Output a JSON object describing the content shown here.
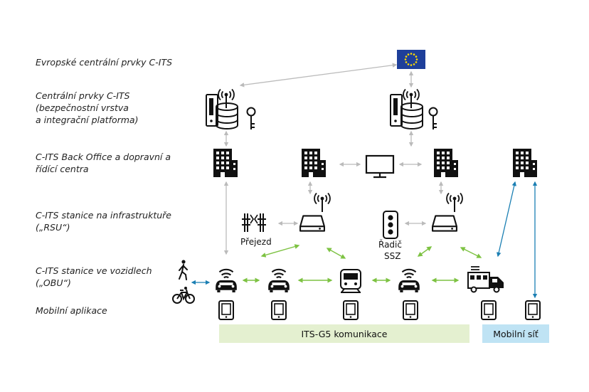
{
  "rows": [
    {
      "id": "eu-central",
      "lines": [
        "Evropské centrální prvky C-ITS"
      ]
    },
    {
      "id": "central",
      "lines": [
        "Centrální prvky C-ITS",
        "(bezpečnostní vrstva",
        "a integrační platforma)"
      ]
    },
    {
      "id": "backoffice",
      "lines": [
        "C-ITS Back Office a dopravní a",
        "řídící centra"
      ]
    },
    {
      "id": "rsu",
      "lines": [
        "C-ITS stanice na infrastruktuře",
        "(„RSU“)"
      ]
    },
    {
      "id": "obu",
      "lines": [
        "C-ITS stanice ve vozidlech",
        "(„OBU“)"
      ]
    },
    {
      "id": "mobile",
      "lines": [
        "Mobilní aplikace"
      ]
    }
  ],
  "device_labels": {
    "crossing": "Přejezd",
    "controller_1": "Řadič",
    "controller_2": "SSZ"
  },
  "bands": {
    "its_g5": "ITS-G5 komunikace",
    "mobile_network": "Mobilní síť"
  },
  "colors": {
    "icon": "#111111",
    "gray_arrow": "#bbbbbb",
    "green_arrow": "#7dc242",
    "blue_arrow": "#1b7fb3",
    "its_band": "#e4f0d0",
    "mobile_band": "#bfe3f4",
    "eu_flag": "#1e3f9a",
    "eu_stars": "#ffdd00"
  },
  "icons": {
    "eu": "eu-flag-icon",
    "server": "server-icon",
    "database": "database-icon",
    "key": "key-icon",
    "building": "building-icon",
    "monitor": "monitor-icon",
    "rsu": "roadside-unit-icon",
    "crossing": "level-crossing-icon",
    "traffic_light": "traffic-light-icon",
    "car": "connected-car-icon",
    "train": "train-icon",
    "truck": "truck-icon",
    "pedestrian": "pedestrian-icon",
    "bicycle": "bicycle-icon",
    "tablet": "tablet-icon"
  }
}
